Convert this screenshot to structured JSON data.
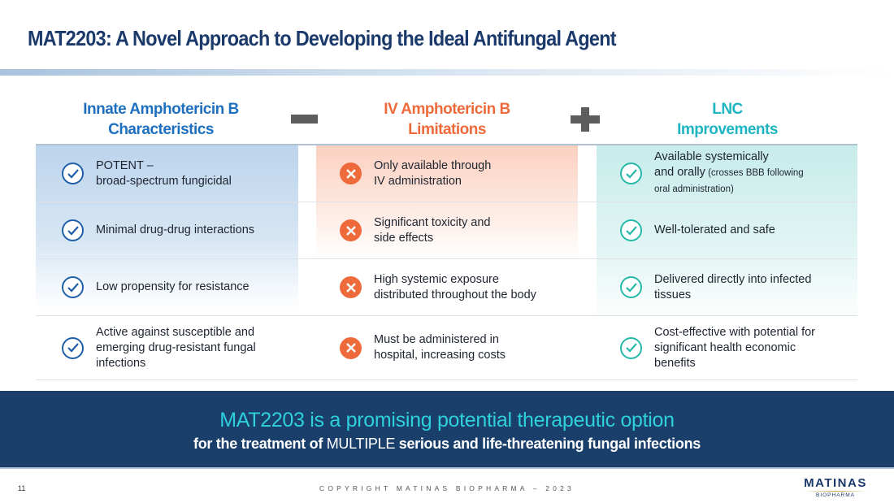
{
  "title": "MAT2203: A Novel Approach to Developing the Ideal Antifungal Agent",
  "columns": [
    {
      "header_line1": "Innate Amphotericin B",
      "header_line2": "Characteristics",
      "color": "#1f6fbf",
      "rows": [
        {
          "l1": "POTENT –",
          "l2": "broad-spectrum fungicidal"
        },
        {
          "l1": "Minimal drug-drug interactions"
        },
        {
          "l1": "Low propensity for resistance"
        },
        {
          "l1": "Active against susceptible and",
          "l2": "emerging drug-resistant fungal",
          "l3": "infections"
        }
      ]
    },
    {
      "header_line1": "IV Amphotericin B",
      "header_line2": "Limitations",
      "color": "#ef6a3a",
      "rows": [
        {
          "l1": "Only available through",
          "l2": "IV administration"
        },
        {
          "l1": "Significant toxicity and",
          "l2": "side effects"
        },
        {
          "l1": "High systemic exposure",
          "l2": "distributed throughout the body"
        },
        {
          "l1": "Must be administered in",
          "l2": "hospital, increasing costs"
        }
      ]
    },
    {
      "header_line1": "LNC",
      "header_line2": "Improvements",
      "color": "#1fb5c2",
      "rows": [
        {
          "l1": "Available systemically",
          "l2": "and orally",
          "l2s": " (crosses BBB following",
          "l3s": "oral administration)"
        },
        {
          "l1": "Well-tolerated and safe"
        },
        {
          "l1": "Delivered directly into infected",
          "l2": "tissues"
        },
        {
          "l1": "Cost-effective with potential for",
          "l2": "significant health economic",
          "l3": "benefits"
        }
      ]
    }
  ],
  "band": {
    "line1": "MAT2203 is a promising potential therapeutic option",
    "line2_a": "for the treatment of ",
    "line2_b": "MULTIPLE",
    "line2_c": " serious and life-threatening fungal infections"
  },
  "footer": {
    "page": "11",
    "copyright": "COPYRIGHT MATINAS BIOPHARMA – 2023",
    "logo_main": "MATINAS",
    "logo_sub": "BIOPHARMA"
  }
}
